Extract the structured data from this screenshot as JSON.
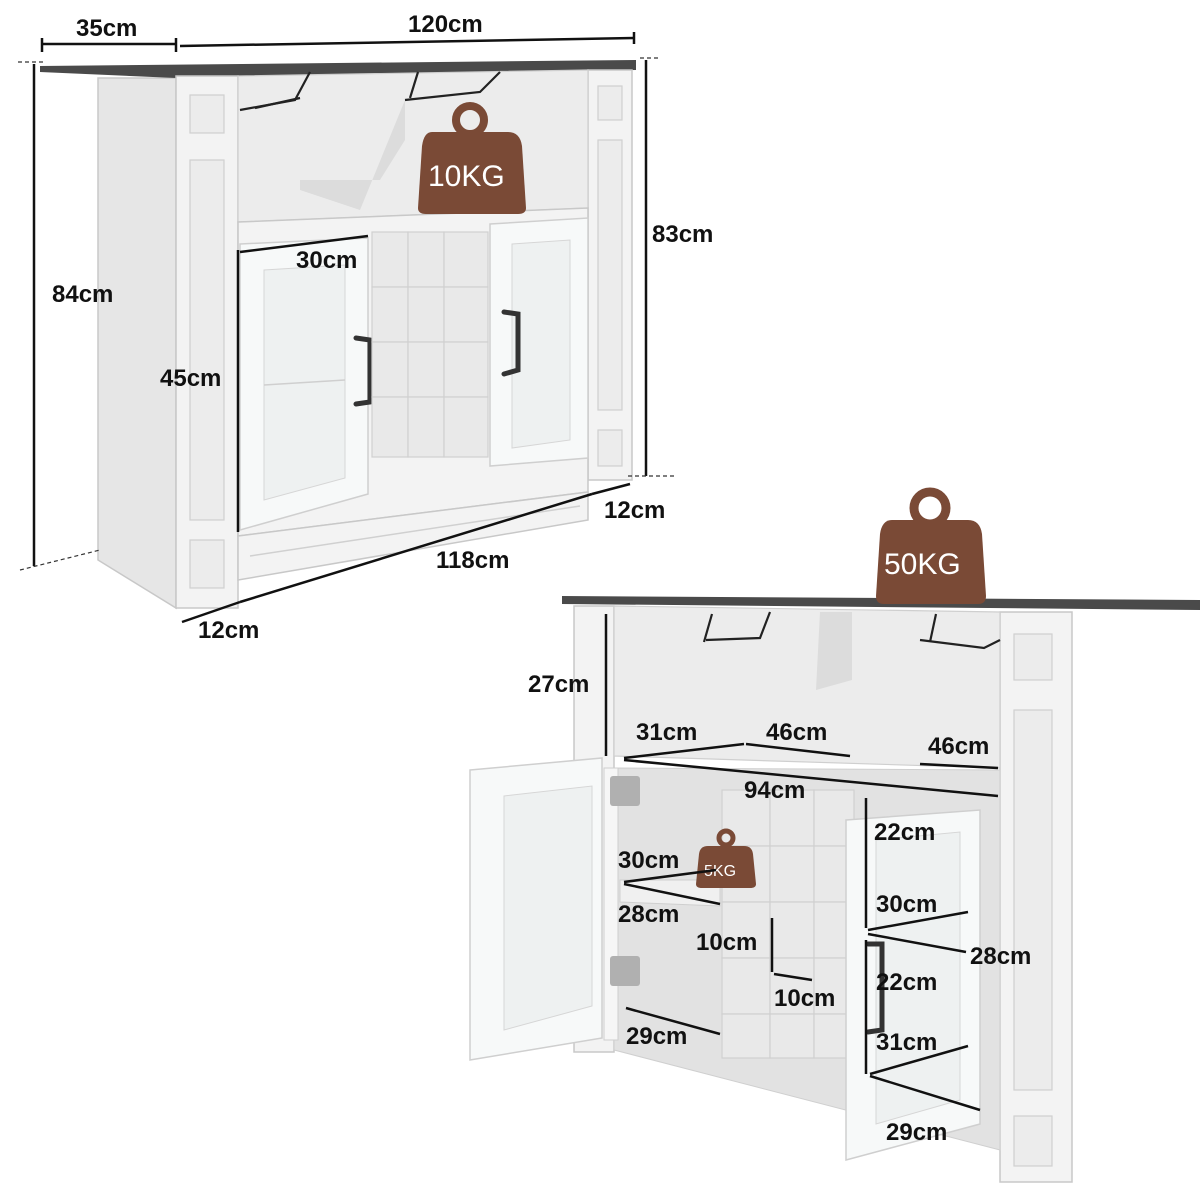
{
  "top_view": {
    "depth": "35cm",
    "width": "120cm",
    "height_total": "84cm",
    "height_body": "83cm",
    "door_width": "30cm",
    "door_height": "45cm",
    "base_width": "118cm",
    "base_depth_left": "12cm",
    "base_depth_right": "12cm",
    "load_top": "10KG"
  },
  "bottom_view": {
    "load_top": "50KG",
    "load_rack": "5KG",
    "shelf_height": "27cm",
    "open_width_left": "31cm",
    "open_width_mid": "46cm",
    "open_width_right": "46cm",
    "inner_width": "94cm",
    "left_shelf_width": "30cm",
    "left_shelf_depth": "28cm",
    "left_bottom_width": "29cm",
    "cube_height": "10cm",
    "cube_width": "10cm",
    "right_top_height": "22cm",
    "right_shelf_width": "30cm",
    "right_shelf_depth": "28cm",
    "right_lower_height": "22cm",
    "right_bottom_width": "31cm",
    "right_bottom_depth": "29cm"
  },
  "colors": {
    "weight_badge": "#7a4a36",
    "top_surface": "#4a4a4a",
    "cabinet": "#f3f3f3"
  }
}
